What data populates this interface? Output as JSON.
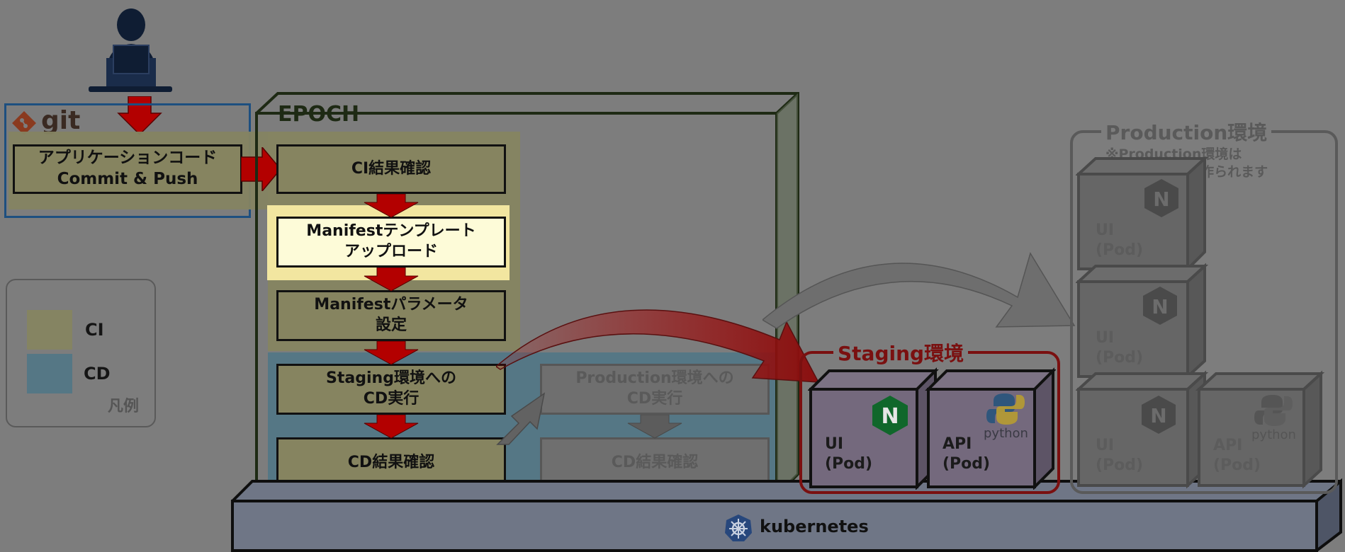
{
  "git": {
    "label": "git"
  },
  "app_commit": {
    "line1": "アプリケーションコード",
    "line2": "Commit & Push"
  },
  "legend": {
    "ci": "CI",
    "cd": "CD",
    "caption": "凡例",
    "ci_color": "#858462",
    "cd_color": "#557785"
  },
  "epoch": {
    "title": "EPOCH"
  },
  "steps": {
    "ci_result": "CI結果確認",
    "manifest_upload_1": "Manifestテンプレート",
    "manifest_upload_2": "アップロード",
    "manifest_param_1": "Manifestパラメータ",
    "manifest_param_2": "設定",
    "staging_cd_1": "Staging環境への",
    "staging_cd_2": "CD実行",
    "cd_result": "CD結果確認",
    "prod_cd_1": "Production環境への",
    "prod_cd_2": "CD実行",
    "prod_cd_result": "CD結果確認"
  },
  "staging": {
    "title": "Staging環境",
    "pods": [
      {
        "name": "UI",
        "sub": "(Pod)",
        "icon": "N"
      },
      {
        "name": "API",
        "sub": "(Pod)",
        "icon": "python"
      }
    ]
  },
  "production": {
    "title": "Production環境",
    "note_line1": "※Production環境は",
    "note_line2": "API Podが3つ作られます",
    "pods": [
      {
        "name": "UI",
        "sub": "(Pod)",
        "icon": "N"
      },
      {
        "name": "UI",
        "sub": "(Pod)",
        "icon": "N"
      },
      {
        "name": "UI",
        "sub": "(Pod)",
        "icon": "N"
      },
      {
        "name": "API",
        "sub": "(Pod)",
        "icon": "python"
      }
    ]
  },
  "kubernetes": {
    "label": "kubernetes"
  },
  "colors": {
    "arrow_red": "#b30000",
    "staging_border": "#7a1010",
    "epoch_border": "#1e2a14"
  }
}
